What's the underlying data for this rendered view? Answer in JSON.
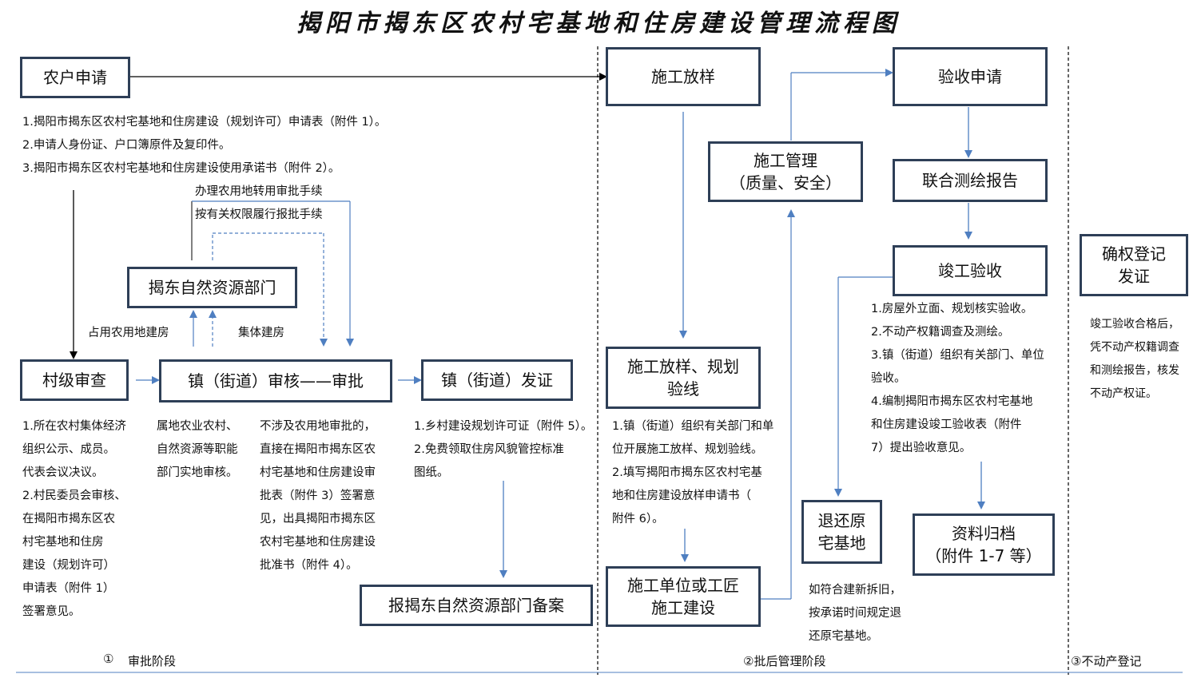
{
  "title": "揭阳市揭东区农村宅基地和住房建设管理流程图",
  "boxes": {
    "apply": "农户申请",
    "village_review": "村级审查",
    "town_review": "镇（街道）审核——审批",
    "town_issue": "镇（街道）发证",
    "resource_dept": "揭东自然资源部门",
    "report_filing": "报揭东自然资源部门备案",
    "layout": "施工放样",
    "layout_check": "施工放样、规划\n验线",
    "construction": "施工单位或工匠\n施工建设",
    "construction_mgmt": "施工管理\n（质量、安全）",
    "acceptance_apply": "验收申请",
    "survey_report": "联合测绘报告",
    "completion_accept": "竣工验收",
    "return_land": "退还原\n宅基地",
    "archive": "资料归档\n（附件 1-7 等）",
    "register": "确权登记\n发证"
  },
  "texts": {
    "apply_notes": "1.揭阳市揭东区农村宅基地和住房建设（规划许可）申请表（附件 1）。\n2.申请人身份证、户口簿原件及复印件。\n3.揭阳市揭东区农村宅基地和住房建设使用承诺书（附件 2）。",
    "farmland_procedure": "办理农用地转用审批手续\n按有关权限履行报批手续",
    "occupy_farmland": "占用农用地建房",
    "collective_build": "集体建房",
    "village_notes": "1.所在农村集体经济\n   组织公示、成员。\n   代表会议决议。\n2.村民委员会审核、\n   在揭阳市揭东区农\n   村宅基地和住房\n   建设（规划许可）\n   申请表（附件 1）\n   签署意见。",
    "agri_notes": "属地农业农村、\n自然资源等职能\n部门实地审核。",
    "no_farmland_notes": "不涉及农用地审批的，\n直接在揭阳市揭东区农\n村宅基地和住房建设审\n批表（附件 3）签署意\n见，出具揭阳市揭东区\n农村宅基地和住房建设\n批准书（附件 4）。",
    "issue_notes": "1.乡村建设规划许可证（附件 5）。\n2.免费领取住房风貌管控标准\n   图纸。",
    "layout_notes": "1.镇（街道）组织有关部门和单\n   位开展施工放样、规划验线。\n2.填写揭阳市揭东区农村宅基\n   地和住房建设放样申请书（\n   附件 6）。",
    "accept_notes": "1.房屋外立面、规划核实验收。\n2.不动产权籍调查及测绘。\n3.镇（街道）组织有关部门、单位\n   验收。\n4.编制揭阳市揭东区农村宅基地\n   和住房建设竣工验收表（附件\n   7）提出验收意见。",
    "return_notes": "如符合建新拆旧，\n按承诺时间规定退\n还原宅基地。",
    "register_notes": "竣工验收合格后，\n凭不动产权籍调查\n和测绘报告，核发\n不动产权证。"
  },
  "stages": {
    "stage1_num": "①",
    "stage1": "审批阶段",
    "stage2": "②批后管理阶段",
    "stage3": "③不动产登记"
  },
  "colors": {
    "arrow_blue": "#4f7fc1",
    "box_border": "#2e3f57",
    "black": "#000000"
  }
}
